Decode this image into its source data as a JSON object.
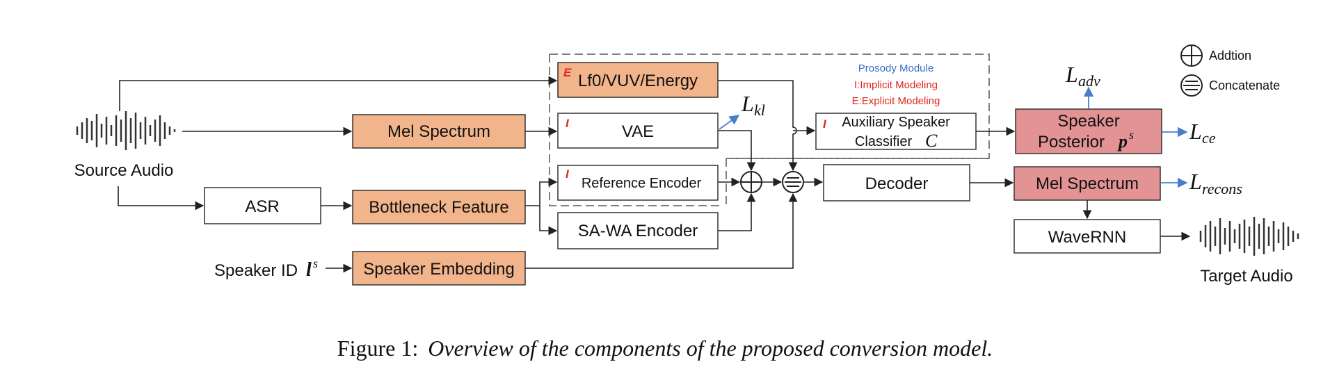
{
  "figure": {
    "caption_prefix": "Figure 1:",
    "caption_text": "Overview of the components of the proposed conversion model."
  },
  "labels": {
    "source_audio": "Source Audio",
    "target_audio": "Target Audio",
    "speaker_id": "Speaker ID",
    "speaker_id_symbol": "l",
    "speaker_id_sup": "s"
  },
  "blocks": {
    "lf0": "Lf0/VUV/Energy",
    "mel_spectrum": "Mel Spectrum",
    "vae": "VAE",
    "reference_encoder": "Reference Encoder",
    "asr": "ASR",
    "bottleneck": "Bottleneck Feature",
    "sawa": "SA-WA Encoder",
    "speaker_embedding": "Speaker Embedding",
    "aux_classifier_line1": "Auxiliary Speaker",
    "aux_classifier_line2": "Classifier",
    "aux_classifier_symbol": "C",
    "decoder": "Decoder",
    "speaker_posterior_line1": "Speaker",
    "speaker_posterior_line2": "Posterior",
    "speaker_posterior_symbol": "p",
    "speaker_posterior_sup": "s",
    "mel_out": "Mel Spectrum",
    "wavernn": "WaveRNN"
  },
  "tags": {
    "explicit": "E",
    "implicit": "I"
  },
  "prosody_notes": {
    "title": "Prosody Module",
    "implicit": "I:Implicit Modeling",
    "explicit": "E:Explicit Modeling"
  },
  "legend": {
    "addition": "Addtion",
    "concatenate": "Concatenate"
  },
  "losses": {
    "kl_main": "L",
    "kl_sub": "kl",
    "adv_main": "L",
    "adv_sub": "adv",
    "ce_main": "L",
    "ce_sub": "ce",
    "recons_main": "L",
    "recons_sub": "recons"
  },
  "colors": {
    "orange_fill": "#f2b48a",
    "pink_fill": "#e49395",
    "blue_arrow": "#4a7fc8",
    "red_tag": "#e0261f",
    "border": "#333333"
  }
}
